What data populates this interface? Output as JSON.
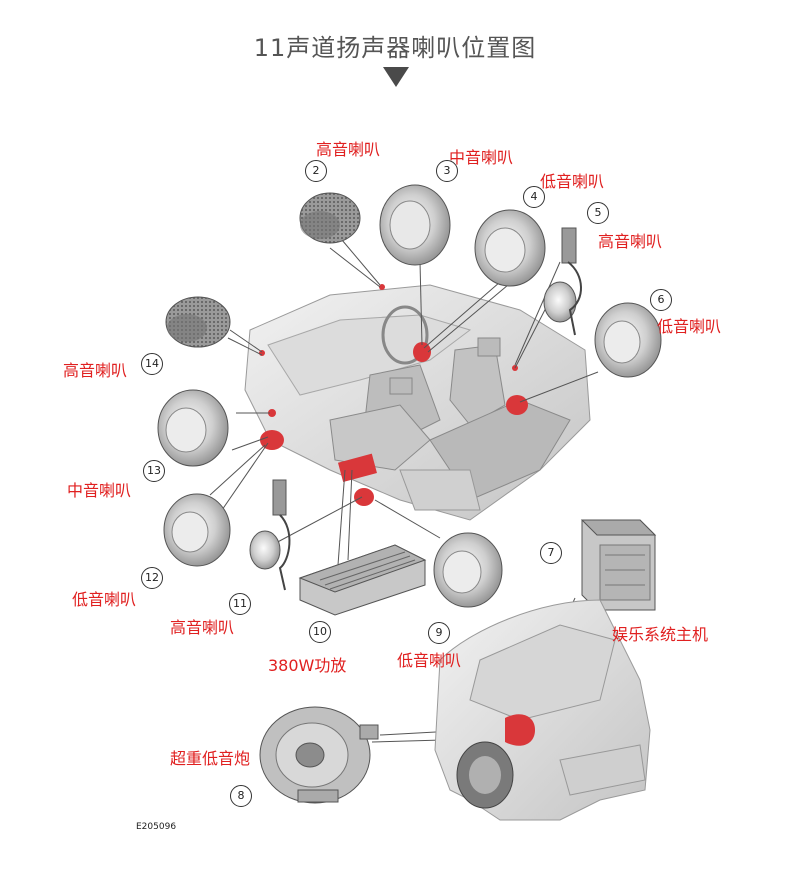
{
  "title": "11声道扬声器喇叭位置图",
  "labels": {
    "tweeter_2": "高音喇叭",
    "mid_3": "中音喇叭",
    "woofer_4": "低音喇叭",
    "tweeter_5": "高音喇叭",
    "woofer_6": "低音喇叭",
    "tweeter_14": "高音喇叭",
    "mid_13": "中音喇叭",
    "woofer_12": "低音喇叭",
    "tweeter_11": "高音喇叭",
    "amp_10": "380W功放",
    "woofer_9": "低音喇叭",
    "head_unit_7": "娱乐系统主机",
    "subwoofer_8": "超重低音炮"
  },
  "numbers": [
    "2",
    "3",
    "4",
    "5",
    "6",
    "7",
    "8",
    "9",
    "10",
    "11",
    "12",
    "13",
    "14"
  ],
  "image_code": "E205096",
  "colors": {
    "accent": "#e02020",
    "highlight_part": "#d9373a",
    "title": "#555555"
  }
}
